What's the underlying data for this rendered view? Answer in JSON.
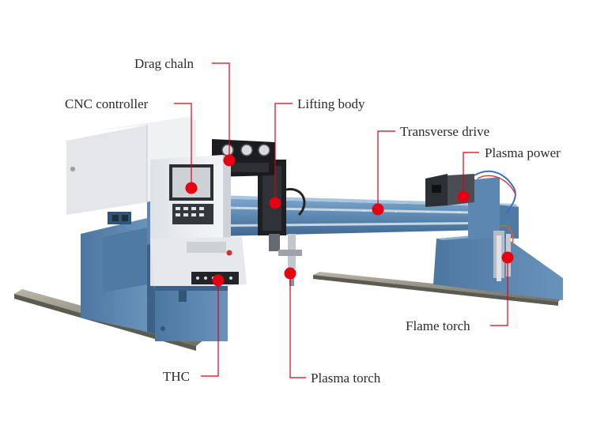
{
  "labels": {
    "drag_chain": "Drag chaln",
    "cnc_controller": "CNC controller",
    "lifting_body": "Lifting body",
    "transverse_drive": "Transverse drive",
    "plasma_power": "Plasma power",
    "flame_torch": "Flame torch",
    "plasma_torch": "Plasma torch",
    "thc": "THC"
  },
  "colors": {
    "frame_blue": "#5b86b0",
    "frame_blue_dark": "#3f6890",
    "marker_red": "#e60012",
    "leader_red": "#d9001b",
    "panel_white": "#e9ebee",
    "rail_gray": "#8e8e86"
  }
}
